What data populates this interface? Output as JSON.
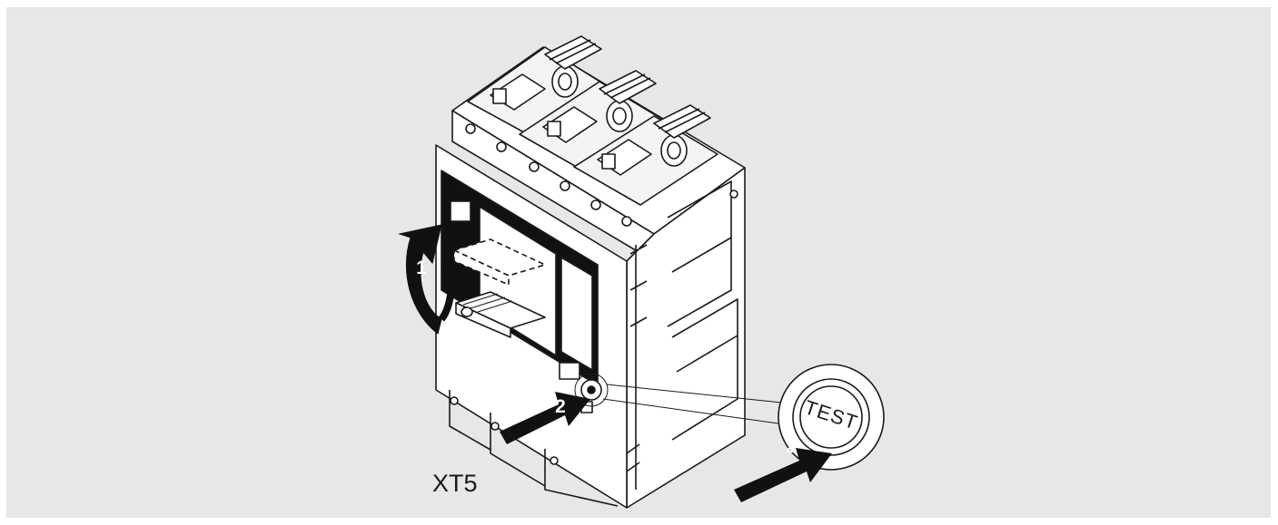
{
  "labels": {
    "model": "XT5",
    "step_one": "1",
    "step_two_device": "2",
    "step_two_detail": "2",
    "test_button": "TEST"
  },
  "colors": {
    "background": "#e6e7e8",
    "line": "#1a1a1a",
    "device_body": "#ffffff",
    "arrow_fill": "#111111",
    "arrow_text": "#ffffff"
  }
}
